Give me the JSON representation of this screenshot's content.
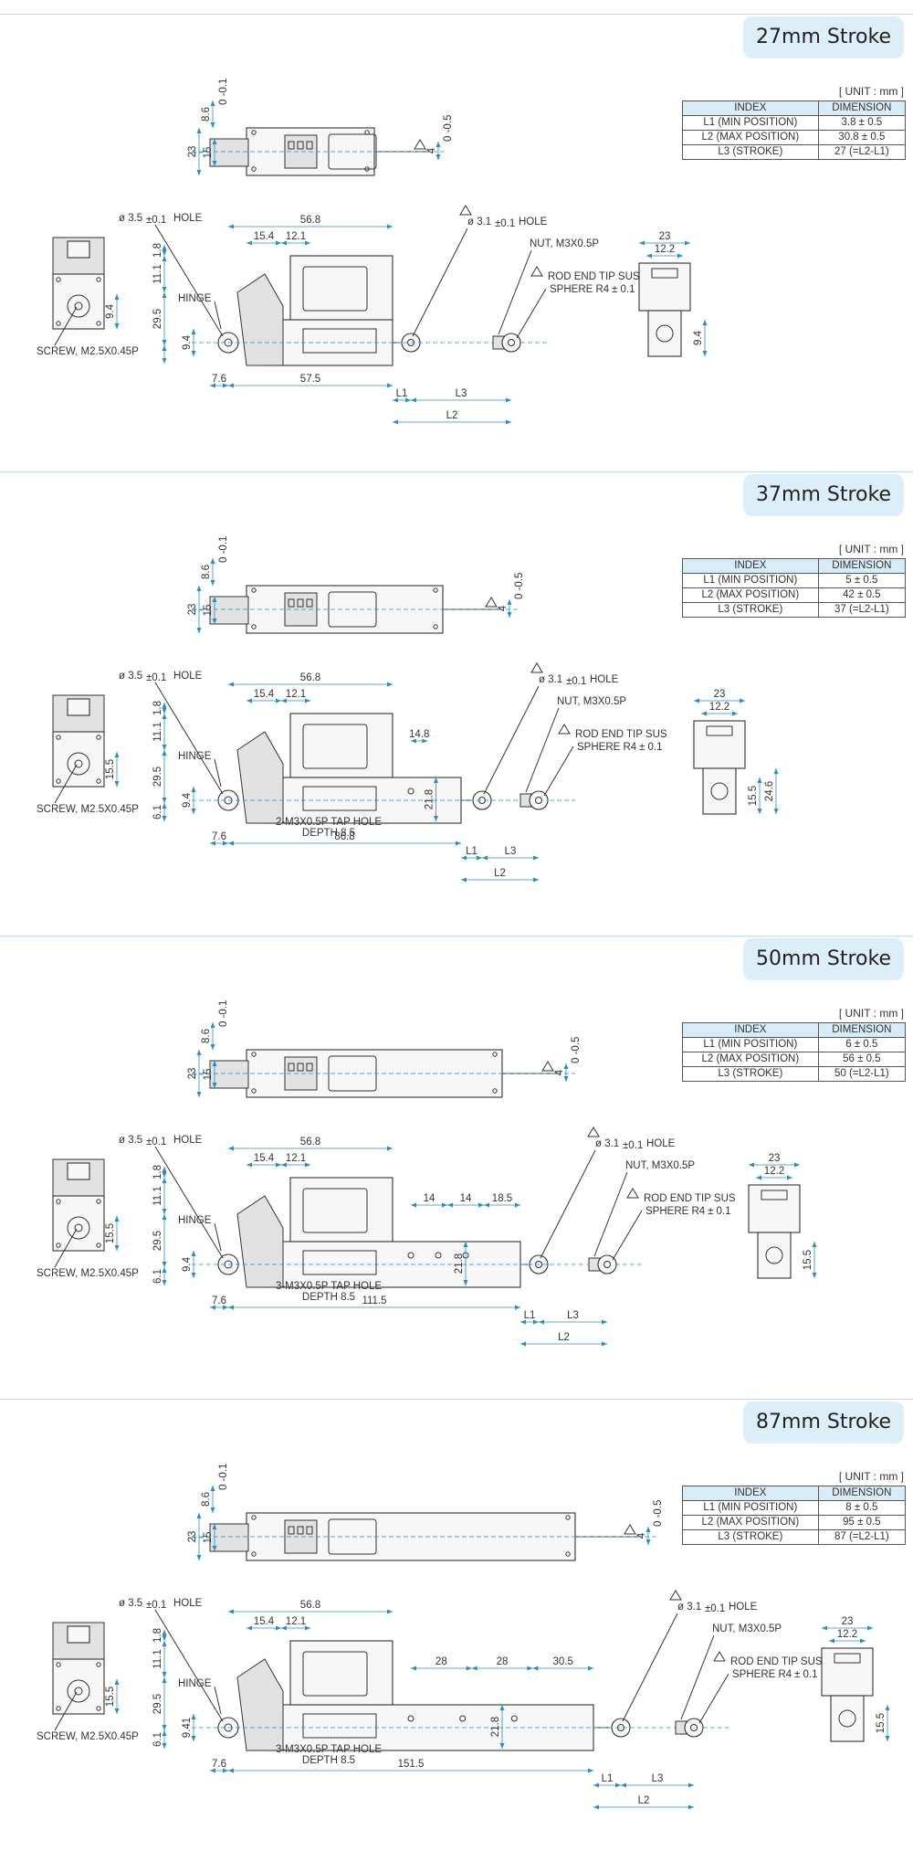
{
  "sections": [
    {
      "title": "27mm Stroke",
      "unit_note": "[ UNIT : mm ]",
      "table": {
        "headers": [
          "INDEX",
          "DIMENSION"
        ],
        "rows": [
          [
            "L1 (MIN POSITION)",
            "3.8 ± 0.5"
          ],
          [
            "L2 (MAX POSITION)",
            "30.8 ± 0.5"
          ],
          [
            "L3 (STROKE)",
            "27 (=L2-L1)"
          ]
        ]
      },
      "labels": {
        "hole1": "ø 3.5",
        "hole1_tol": "±0.1",
        "hole1_word": "HOLE",
        "hole2": "ø 3.1",
        "hole2_tol": "±0.1",
        "hole2_word": "HOLE",
        "hinge": "HINGE",
        "nut": "NUT, M3X0.5P",
        "rod1": "ROD END TIP SUS",
        "rod2": "SPHERE R4",
        "rod2_tol": "± 0.1",
        "screw": "SCREW, M2.5X0.45P",
        "tap1": "",
        "tap2": "",
        "d_top_86": "8.6",
        "d_top_86_tol": "0 -0.1",
        "d_23": "23",
        "d_15": "15",
        "d_tri": "4",
        "d_tri_tol": "0 -0.5",
        "d_568": "56.8",
        "d_154": "15.4",
        "d_121": "12.1",
        "d_18": "1.8",
        "d_111": "11.1",
        "d_295": "29.5",
        "d_61": "",
        "d_94": "9.4",
        "d_76": "7.6",
        "d_len": "57.5",
        "d_l1": "L1",
        "d_l2": "L2",
        "d_l3": "L3",
        "d_sp1": "",
        "d_sp2": "",
        "d_sp3": "",
        "d_218": "",
        "d_left": "9.4",
        "d_r23": "23",
        "d_r122": "12.2",
        "d_rv1": "9.4",
        "d_rv2": ""
      }
    },
    {
      "title": "37mm Stroke",
      "unit_note": "[ UNIT : mm ]",
      "table": {
        "headers": [
          "INDEX",
          "DIMENSION"
        ],
        "rows": [
          [
            "L1 (MIN POSITION)",
            "5 ± 0.5"
          ],
          [
            "L2 (MAX POSITION)",
            "42 ± 0.5"
          ],
          [
            "L3 (STROKE)",
            "37 (=L2-L1)"
          ]
        ]
      },
      "labels": {
        "hole1": "ø 3.5",
        "hole1_tol": "±0.1",
        "hole1_word": "HOLE",
        "hole2": "ø 3.1",
        "hole2_tol": "±0.1",
        "hole2_word": "HOLE",
        "hinge": "HINGE",
        "nut": "NUT, M3X0.5P",
        "rod1": "ROD END TIP SUS",
        "rod2": "SPHERE R4",
        "rod2_tol": "± 0.1",
        "screw": "SCREW, M2.5X0.45P",
        "tap1": "2-M3X0.5P TAP HOLE",
        "tap2": "DEPTH 8.5",
        "d_top_86": "8.6",
        "d_top_86_tol": "0 -0.1",
        "d_23": "23",
        "d_15": "15",
        "d_tri": "4",
        "d_tri_tol": "0 -0.5",
        "d_568": "56.8",
        "d_154": "15.4",
        "d_121": "12.1",
        "d_18": "1.8",
        "d_111": "11.1",
        "d_295": "29.5",
        "d_61": "6.1",
        "d_94": "9.4",
        "d_76": "7.6",
        "d_len": "86.8",
        "d_l1": "L1",
        "d_l2": "L2",
        "d_l3": "L3",
        "d_sp1": "14.8",
        "d_sp2": "",
        "d_sp3": "",
        "d_218": "21.8",
        "d_left": "15.5",
        "d_r23": "23",
        "d_r122": "12.2",
        "d_rv1": "15.5",
        "d_rv2": "24.6"
      }
    },
    {
      "title": "50mm Stroke",
      "unit_note": "[ UNIT : mm ]",
      "table": {
        "headers": [
          "INDEX",
          "DIMENSION"
        ],
        "rows": [
          [
            "L1 (MIN POSITION)",
            "6 ± 0.5"
          ],
          [
            "L2 (MAX POSITION)",
            "56 ± 0.5"
          ],
          [
            "L3 (STROKE)",
            "50 (=L2-L1)"
          ]
        ]
      },
      "labels": {
        "hole1": "ø 3.5",
        "hole1_tol": "±0.1",
        "hole1_word": "HOLE",
        "hole2": "ø 3.1",
        "hole2_tol": "±0.1",
        "hole2_word": "HOLE",
        "hinge": "HINGE",
        "nut": "NUT, M3X0.5P",
        "rod1": "ROD END TIP SUS",
        "rod2": "SPHERE R4",
        "rod2_tol": "± 0.1",
        "screw": "SCREW, M2.5X0.45P",
        "tap1": "3-M3X0.5P TAP HOLE",
        "tap2": "DEPTH 8.5",
        "d_top_86": "8.6",
        "d_top_86_tol": "0 -0.1",
        "d_23": "23",
        "d_15": "15",
        "d_tri": "4",
        "d_tri_tol": "0 -0.5",
        "d_568": "56.8",
        "d_154": "15.4",
        "d_121": "12.1",
        "d_18": "1.8",
        "d_111": "11.1",
        "d_295": "29.5",
        "d_61": "6.1",
        "d_94": "9.4",
        "d_76": "7.6",
        "d_len": "111.5",
        "d_l1": "L1",
        "d_l2": "L2",
        "d_l3": "L3",
        "d_sp1": "14",
        "d_sp2": "14",
        "d_sp3": "18.5",
        "d_218": "21.8",
        "d_left": "15.5",
        "d_r23": "23",
        "d_r122": "12.2",
        "d_rv1": "15.5",
        "d_rv2": ""
      }
    },
    {
      "title": "87mm Stroke",
      "unit_note": "[ UNIT : mm ]",
      "table": {
        "headers": [
          "INDEX",
          "DIMENSION"
        ],
        "rows": [
          [
            "L1 (MIN POSITION)",
            "8 ± 0.5"
          ],
          [
            "L2 (MAX POSITION)",
            "95 ± 0.5"
          ],
          [
            "L3 (STROKE)",
            "87 (=L2-L1)"
          ]
        ]
      },
      "labels": {
        "hole1": "ø 3.5",
        "hole1_tol": "±0.1",
        "hole1_word": "HOLE",
        "hole2": "ø 3.1",
        "hole2_tol": "±0.1",
        "hole2_word": "HOLE",
        "hinge": "HINGE",
        "nut": "NUT, M3X0.5P",
        "rod1": "ROD END TIP SUS",
        "rod2": "SPHERE R4",
        "rod2_tol": "± 0.1",
        "screw": "SCREW, M2.5X0.45P",
        "tap1": "3-M3X0.5P TAP HOLE",
        "tap2": "DEPTH 8.5",
        "d_top_86": "8.6",
        "d_top_86_tol": "0 -0.1",
        "d_23": "23",
        "d_15": "15",
        "d_tri": "4",
        "d_tri_tol": "0 -0.5",
        "d_568": "56.8",
        "d_154": "15.4",
        "d_121": "12.1",
        "d_18": "1.8",
        "d_111": "11.1",
        "d_295": "29.5",
        "d_61": "6.1",
        "d_94": "9.41",
        "d_76": "7.6",
        "d_len": "151.5",
        "d_l1": "L1",
        "d_l2": "L2",
        "d_l3": "L3",
        "d_sp1": "28",
        "d_sp2": "28",
        "d_sp3": "30.5",
        "d_218": "21.8",
        "d_left": "15.5",
        "d_r23": "23",
        "d_r122": "12.2",
        "d_rv1": "15.5",
        "d_rv2": ""
      }
    }
  ]
}
